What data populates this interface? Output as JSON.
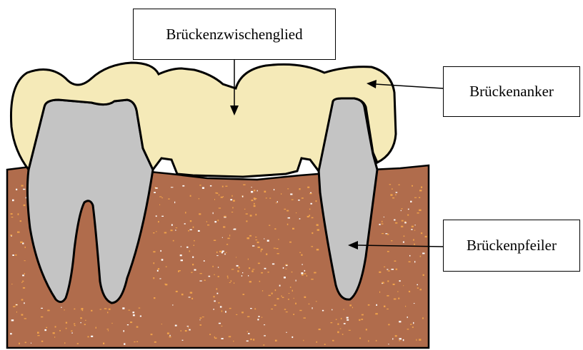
{
  "labels": {
    "pontic": "Brückenzwischenglied",
    "anchor": "Brückenanker",
    "abutment": "Brückenpfeiler"
  },
  "colors": {
    "gum": "#b06c4c",
    "gum_speckle_orange": "#f0a24a",
    "gum_speckle_white": "#ffffff",
    "crown": "#f5eab8",
    "tooth": "#c4c4c4",
    "outline": "#000000"
  }
}
